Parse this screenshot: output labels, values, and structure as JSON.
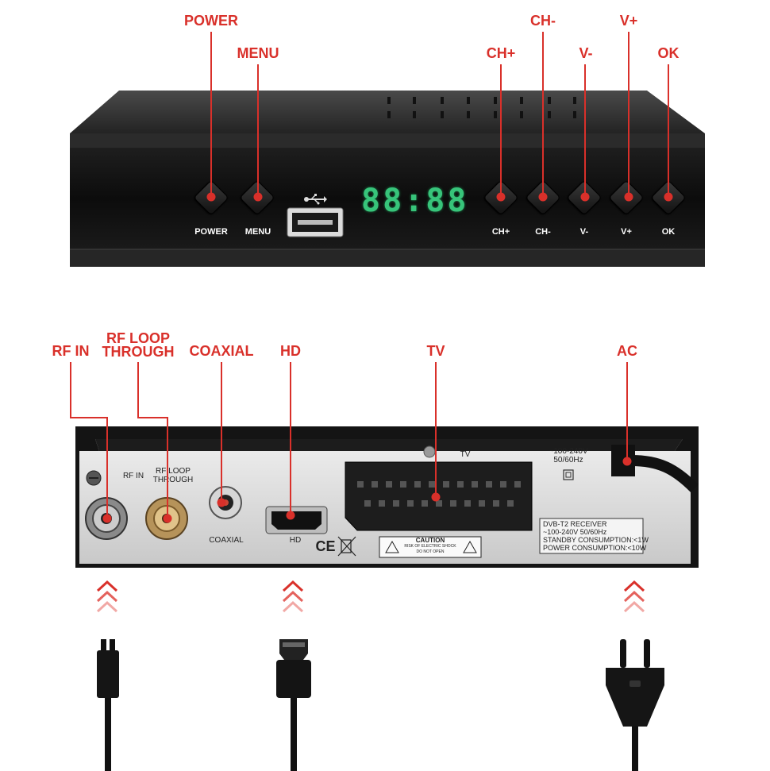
{
  "front_panel": {
    "callouts": {
      "power": "POWER",
      "menu": "MENU",
      "ch_plus": "CH+",
      "ch_minus": "CH-",
      "v_minus": "V-",
      "v_plus": "V+",
      "ok": "OK"
    },
    "button_labels": {
      "power": "POWER",
      "menu": "MENU",
      "ch_plus": "CH+",
      "ch_minus": "CH-",
      "v_minus": "V-",
      "v_plus": "V+",
      "ok": "OK"
    },
    "display_digits": "88:88",
    "usb_icon": "usb-icon"
  },
  "rear_panel": {
    "callouts": {
      "rf_in": "RF IN",
      "rf_loop": "RF LOOP\nTHROUGH",
      "coaxial": "COAXIAL",
      "hd": "HD",
      "tv": "TV",
      "ac": "AC"
    },
    "port_labels": {
      "rf_in": "RF IN",
      "rf_loop": "RF LOOP\nTHROUGH",
      "coaxial": "COAXIAL",
      "hd": "HD",
      "tv": "TV",
      "voltage": "~100-240V\n50/60Hz"
    },
    "marks": {
      "ce": "CE",
      "caution_title": "CAUTION",
      "caution_line1": "RISK OF ELECTRIC SHOCK",
      "caution_line2": "DO NOT OPEN"
    },
    "spec_sticker": {
      "line1": "DVB-T2 RECEIVER",
      "line2": "~100-240V 50/60Hz",
      "line3": "STANDBY CONSUMPTION:<1W",
      "line4": "POWER CONSUMPTION:<10W"
    }
  },
  "cables": {
    "icons": [
      "antenna-plug-icon",
      "hdmi-plug-icon",
      "eu-power-plug-icon"
    ]
  },
  "colors": {
    "accent": "#d9302a",
    "display": "#37c47a",
    "chassis": "#161616"
  }
}
